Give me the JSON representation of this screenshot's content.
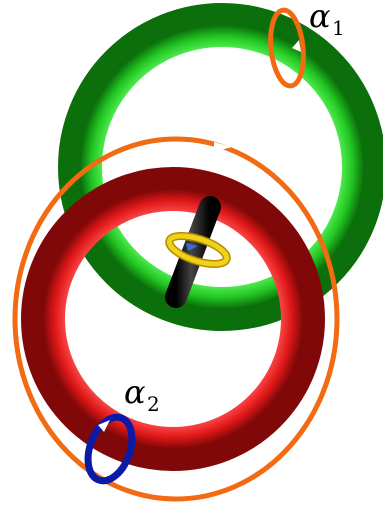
{
  "labels": {
    "alpha1": {
      "symbol": "α",
      "subscript": "1"
    },
    "alpha2": {
      "symbol": "α",
      "subscript": "2"
    }
  },
  "colors": {
    "green_torus": "#1ec81e",
    "red_torus": "#ee1b1b",
    "orange_loop": "#f26a12",
    "blue_loop": "#0c1aa8",
    "yellow_loop": "#f0d21a",
    "axis_rod": "#000000",
    "arrow": "#ffffff"
  }
}
